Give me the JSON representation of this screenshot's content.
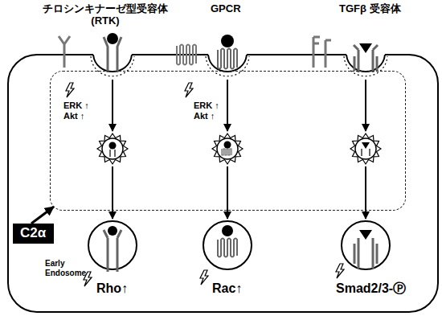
{
  "diagram": {
    "nodes": [
      {
        "text": [
          "ERK ↑ Akt ↑",
          "ERK ↑ Akt ↑"
        ]
      },
      {
        "text": [
          "C2α"
        ]
      }
    ],
    "edges": [
      {
        "from": 1,
        "to": 0,
        "arrow": "to"
      }
    ],
    "labels": [
      "チロシンキナーゼ型受容体 (RTK)",
      "GPCR",
      "TGFβ 受容体",
      "Early Endosome",
      "Rho↑",
      "Rac↑",
      "Smad2/3-Ⓟ"
    ]
  }
}
